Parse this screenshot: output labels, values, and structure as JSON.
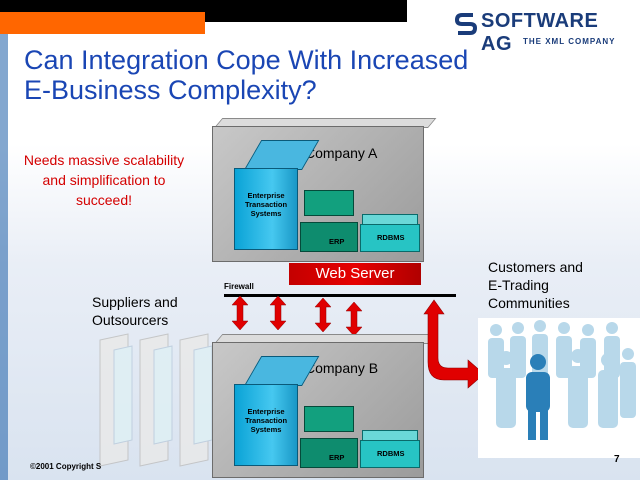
{
  "header": {
    "title_line1": "Can Integration Cope With Increased",
    "title_line2": "E-Business Complexity?",
    "logo_text": "SOFTWARE AG",
    "logo_sub": "THE XML COMPANY"
  },
  "notes": {
    "red_note_l1": "Needs massive scalability",
    "red_note_l2": "and simplification to",
    "red_note_l3": "succeed!"
  },
  "company_a": {
    "label": "Company A",
    "ets_l1": "Enterprise",
    "ets_l2": "Transaction",
    "ets_l3": "Systems",
    "erp": "ERP",
    "rdbms": "RDBMS"
  },
  "company_b": {
    "label": "Company B",
    "ets_l1": "Enterprise",
    "ets_l2": "Transaction",
    "ets_l3": "Systems",
    "erp": "ERP",
    "rdbms": "RDBMS"
  },
  "network": {
    "web_server": "Web Server",
    "firewall": "Firewall"
  },
  "side_labels": {
    "suppliers_l1": "Suppliers and",
    "suppliers_l2": "Outsourcers",
    "customers_l1": "Customers and",
    "customers_l2": "E-Trading",
    "customers_l3": "Communities"
  },
  "footer": {
    "copyright": "©2001 Copyright S",
    "page_number": "7"
  },
  "colors": {
    "title_blue": "#1a46b4",
    "accent_orange": "#ff6600",
    "note_red": "#d40000",
    "webserver_red": "#e60000"
  }
}
